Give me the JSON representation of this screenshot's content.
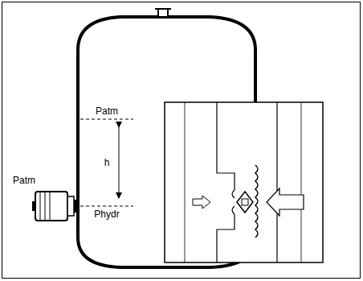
{
  "diagram": {
    "labels": [
      "Patm",
      "h",
      "Patm",
      "Phydr"
    ]
  }
}
